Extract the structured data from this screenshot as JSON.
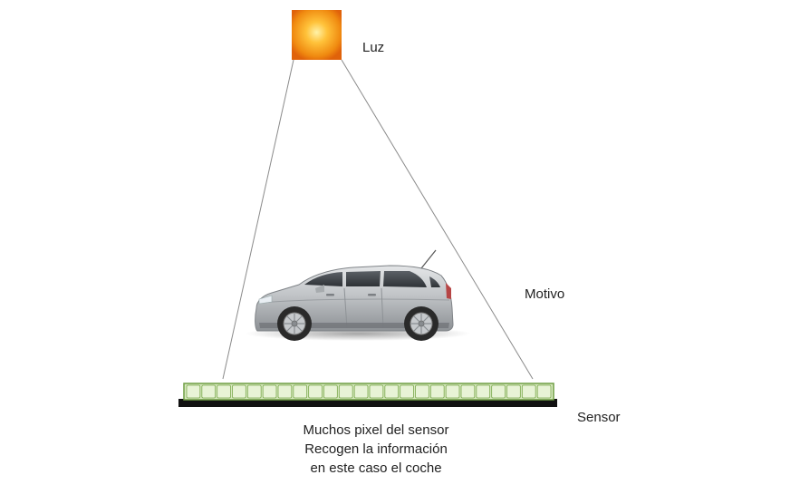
{
  "labels": {
    "light": "Luz",
    "subject": "Motivo",
    "sensor": "Sensor"
  },
  "caption": {
    "lines": [
      "Muchos pixel del sensor",
      "Recogen la información",
      "en este caso el coche"
    ]
  },
  "sensor": {
    "pixel_count": 24
  },
  "colors": {
    "light_core": "#ffd24a",
    "light_edge": "#e8700a",
    "pixel_fill": "#e8f3d6",
    "pixel_border": "#7aa84c",
    "sensor_base": "#111111",
    "car_body": "#b9bcbf"
  }
}
